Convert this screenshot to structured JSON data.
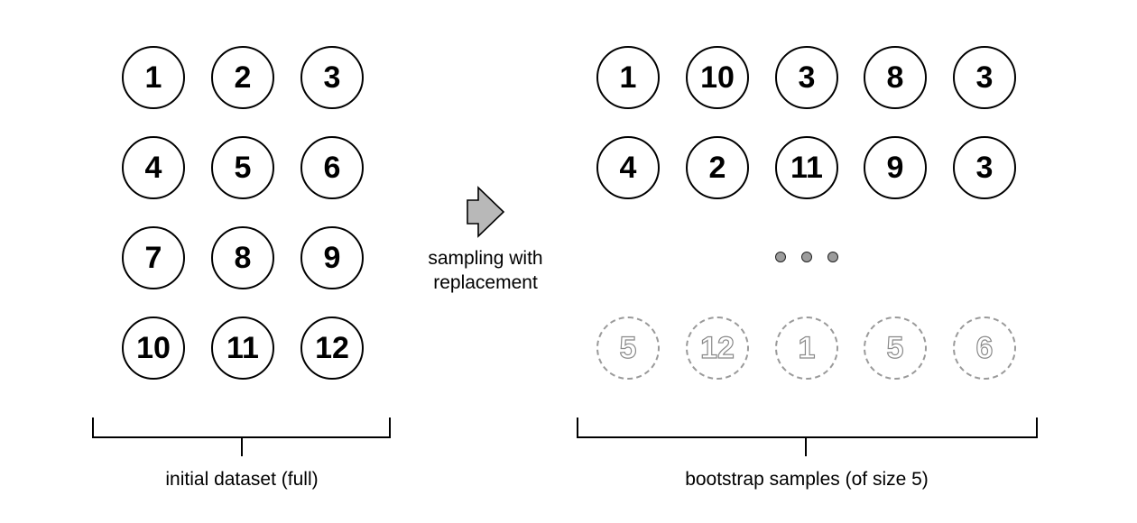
{
  "initial_dataset": {
    "label": "initial dataset (full)",
    "rows": [
      [
        "1",
        "2",
        "3"
      ],
      [
        "4",
        "5",
        "6"
      ],
      [
        "7",
        "8",
        "9"
      ],
      [
        "10",
        "11",
        "12"
      ]
    ]
  },
  "arrow": {
    "icon": "right-arrow-icon",
    "label_line1": "sampling with",
    "label_line2": "replacement"
  },
  "bootstrap": {
    "label": "bootstrap samples (of size 5)",
    "rows": [
      [
        "1",
        "10",
        "3",
        "8",
        "3"
      ],
      [
        "4",
        "2",
        "11",
        "9",
        "3"
      ]
    ],
    "ellipsis_dots": 3,
    "faded_row": [
      "5",
      "12",
      "1",
      "5",
      "6"
    ]
  },
  "colors": {
    "stroke": "#000000",
    "faded": "#9a9a9a",
    "arrow_fill": "#b8b8b8"
  }
}
